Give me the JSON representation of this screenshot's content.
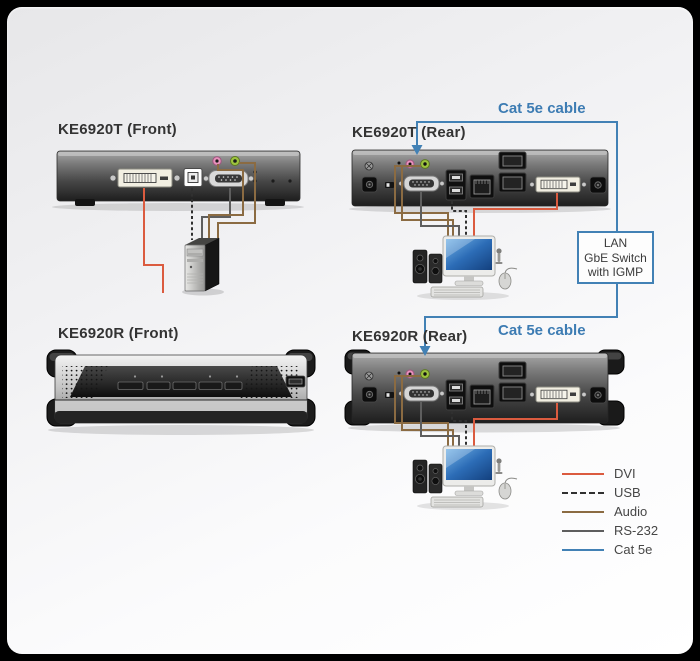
{
  "titles": {
    "t_front": "KE6920T (Front)",
    "t_rear": "KE6920T (Rear)",
    "r_front": "KE6920R (Front)",
    "r_rear": "KE6920R (Rear)"
  },
  "cable_labels": {
    "top": "Cat 5e cable",
    "bottom": "Cat 5e cable"
  },
  "switch_box": {
    "line1": "LAN",
    "line2": "GbE Switch",
    "line3": "with IGMP"
  },
  "legend": {
    "items": [
      {
        "label": "DVI",
        "color": "#db5b3f",
        "line_style": "solid"
      },
      {
        "label": "USB",
        "color": "#303030",
        "line_style": "dashed"
      },
      {
        "label": "Audio",
        "color": "#8b6b42",
        "line_style": "solid"
      },
      {
        "label": "RS-232",
        "color": "#5e5e5e",
        "line_style": "solid"
      },
      {
        "label": "Cat 5e",
        "color": "#4281b5",
        "line_style": "solid"
      }
    ]
  },
  "colors": {
    "dvi": "#db5b3f",
    "usb": "#303030",
    "audio": "#8b6b42",
    "rs232": "#5e5e5e",
    "cat5e": "#4281b5",
    "title_text": "#333333",
    "cable_label_text": "#3d7cb3",
    "switch_box_border": "#4281b5"
  }
}
